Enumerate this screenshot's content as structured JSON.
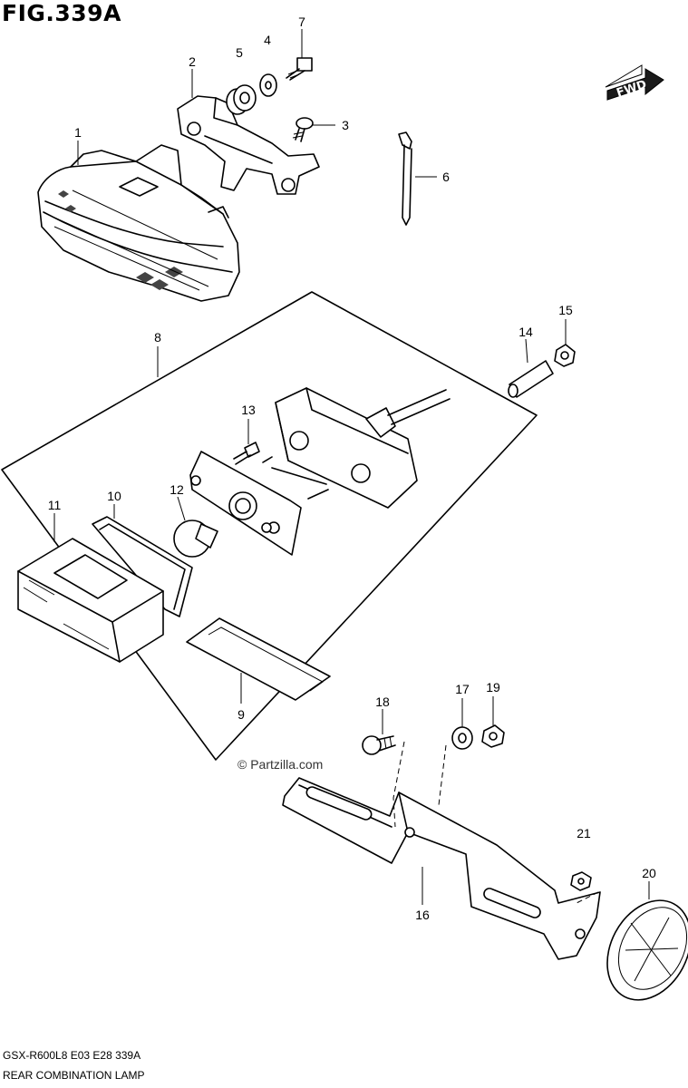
{
  "figure": {
    "title": "FIG.339A",
    "watermark": "© Partzilla.com",
    "direction_badge": "FWD"
  },
  "callouts": [
    "1",
    "2",
    "3",
    "4",
    "5",
    "6",
    "7",
    "8",
    "9",
    "10",
    "11",
    "12",
    "13",
    "14",
    "15",
    "16",
    "17",
    "18",
    "19",
    "20",
    "21"
  ],
  "footer": {
    "model_line": "GSX-R600L8  E03  E28  339A",
    "caption": "REAR COMBINATION LAMP"
  }
}
